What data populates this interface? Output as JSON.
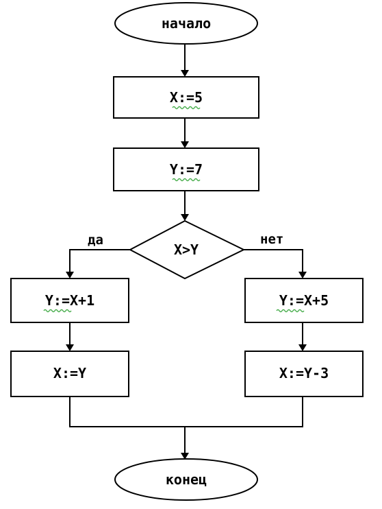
{
  "start": {
    "label": "начало"
  },
  "steps": {
    "assign_x": "X:=5",
    "assign_y": "Y:=7"
  },
  "decision": {
    "condition": "X>Y",
    "yes_label": "да",
    "no_label": "нет"
  },
  "yes_branch": {
    "step1": "Y:=X+1",
    "step2": "X:=Y"
  },
  "no_branch": {
    "step1": "Y:=X+5",
    "step2": "X:=Y-3"
  },
  "end": {
    "label": "конец"
  },
  "colors": {
    "stroke": "#000000",
    "fill": "#ffffff",
    "spellcheck_underline": "#4caf50"
  }
}
